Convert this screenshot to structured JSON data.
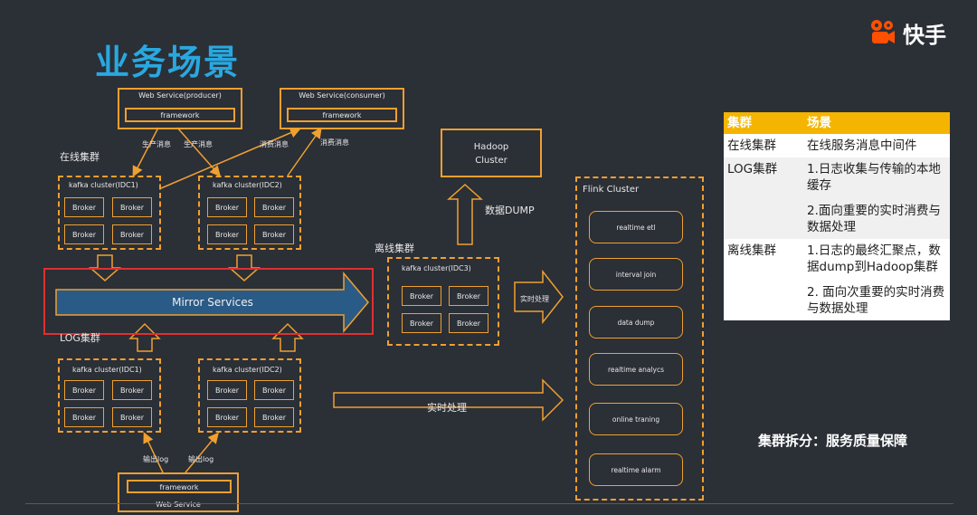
{
  "page_title": "业务场景",
  "brand": {
    "name": "快手",
    "color": "#ff5000"
  },
  "accent": "#f0a030",
  "title_color": "#29a8e0",
  "producer": {
    "title": "Web Service(producer)",
    "framework": "framework"
  },
  "consumer": {
    "title": "Web Service(consumer)",
    "framework": "framework"
  },
  "arrow_labels": {
    "produce1": "生产消息",
    "produce2": "生产消息",
    "consume1": "消费消息",
    "consume2": "消费消息",
    "outlog1": "输出log",
    "outlog2": "输出log",
    "dump": "数据DUMP",
    "realtime_small": "实时处理",
    "realtime_big": "实时处理"
  },
  "online_cluster": {
    "label": "在线集群",
    "idc1": "kafka cluster(IDC1)",
    "idc2": "kafka cluster(IDC2)"
  },
  "log_cluster": {
    "label": "LOG集群",
    "idc1": "kafka cluster(IDC1)",
    "idc2": "kafka cluster(IDC2)"
  },
  "offline_cluster": {
    "label": "离线集群",
    "idc3": "kafka cluster(IDC3)"
  },
  "broker": "Broker",
  "mirror": "Mirror Services",
  "hadoop": {
    "line1": "Hadoop",
    "line2": "Cluster"
  },
  "web_service_bottom": {
    "framework": "framework",
    "title": "Web Service"
  },
  "flink": {
    "title": "Flink Cluster",
    "items": [
      "realtime etl",
      "interval join",
      "data dump",
      "realtime analycs",
      "online traning",
      "realtime alarm"
    ]
  },
  "table": {
    "headers": [
      "集群",
      "场景"
    ],
    "rows": [
      {
        "cluster": "在线集群",
        "scene": [
          "在线服务消息中间件"
        ]
      },
      {
        "cluster": "LOG集群",
        "scene": [
          "1.日志收集与传输的本地缓存",
          "2.面向重要的实时消费与数据处理"
        ]
      },
      {
        "cluster": "离线集群",
        "scene": [
          "1.日志的最终汇聚点，数据dump到Hadoop集群",
          "2. 面向次重要的实时消费与数据处理"
        ]
      }
    ]
  },
  "summary": "集群拆分：服务质量保障"
}
